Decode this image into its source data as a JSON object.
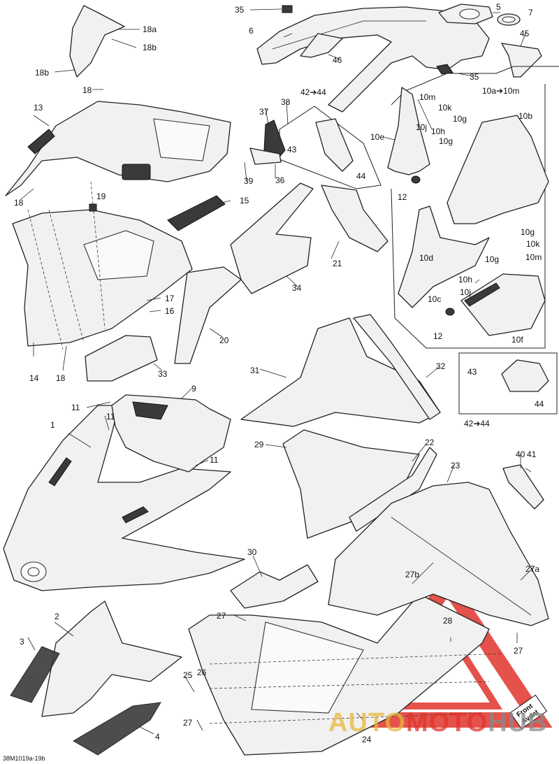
{
  "diagram_code": "38M1019a-19b",
  "front_tag": {
    "line1": "Front",
    "line2": "Avant"
  },
  "watermark": {
    "word_part1": "AUTO",
    "word_part2": "MOTO",
    "word_part3": "HUB",
    "color_red": "#e0342c",
    "color_gold": "#e7b83a",
    "color_grey": "#8a8a8a"
  },
  "callouts": {
    "c1": "1",
    "c2": "2",
    "c3": "3",
    "c4": "4",
    "c5": "5",
    "c6": "6",
    "c7": "7",
    "c9": "9",
    "c10a": "10a",
    "c10b": "10b",
    "c10c": "10c",
    "c10d": "10d",
    "c10e": "10e",
    "c10f": "10f",
    "c10g_a": "10g",
    "c10g_b": "10g",
    "c10g_c": "10g",
    "c10g_d": "10g",
    "c10h_a": "10h",
    "c10h_b": "10h",
    "c10j_a": "10j",
    "c10j_b": "10j",
    "c10k_a": "10k",
    "c10k_b": "10k",
    "c10m_a": "10m",
    "c10m_b": "10m",
    "c10range": "10a➔10m",
    "c11_a": "11",
    "c11_b": "11",
    "c11_c": "11",
    "c12_a": "12",
    "c12_b": "12",
    "c13": "13",
    "c14": "14",
    "c15": "15",
    "c16": "16",
    "c17": "17",
    "c18_a": "18",
    "c18_b": "18",
    "c18_c": "18",
    "c18a": "18a",
    "c18b_a": "18b",
    "c18b_b": "18b",
    "c19": "19",
    "c20": "20",
    "c21": "21",
    "c22": "22",
    "c23": "23",
    "c24": "24",
    "c25": "25",
    "c26": "26",
    "c27_a": "27",
    "c27_b": "27",
    "c27_c": "27",
    "c27a": "27a",
    "c27b": "27b",
    "c28": "28",
    "c29": "29",
    "c30": "30",
    "c31": "31",
    "c32": "32",
    "c33": "33",
    "c34": "34",
    "c35_a": "35",
    "c35_b": "35",
    "c36": "36",
    "c37": "37",
    "c38": "38",
    "c39": "39",
    "c40": "40",
    "c41": "41",
    "c42range_a": "42➔44",
    "c42range_b": "42➔44",
    "c43_a": "43",
    "c43_b": "43",
    "c44_a": "44",
    "c44_b": "44",
    "c45": "45",
    "c46": "46"
  }
}
